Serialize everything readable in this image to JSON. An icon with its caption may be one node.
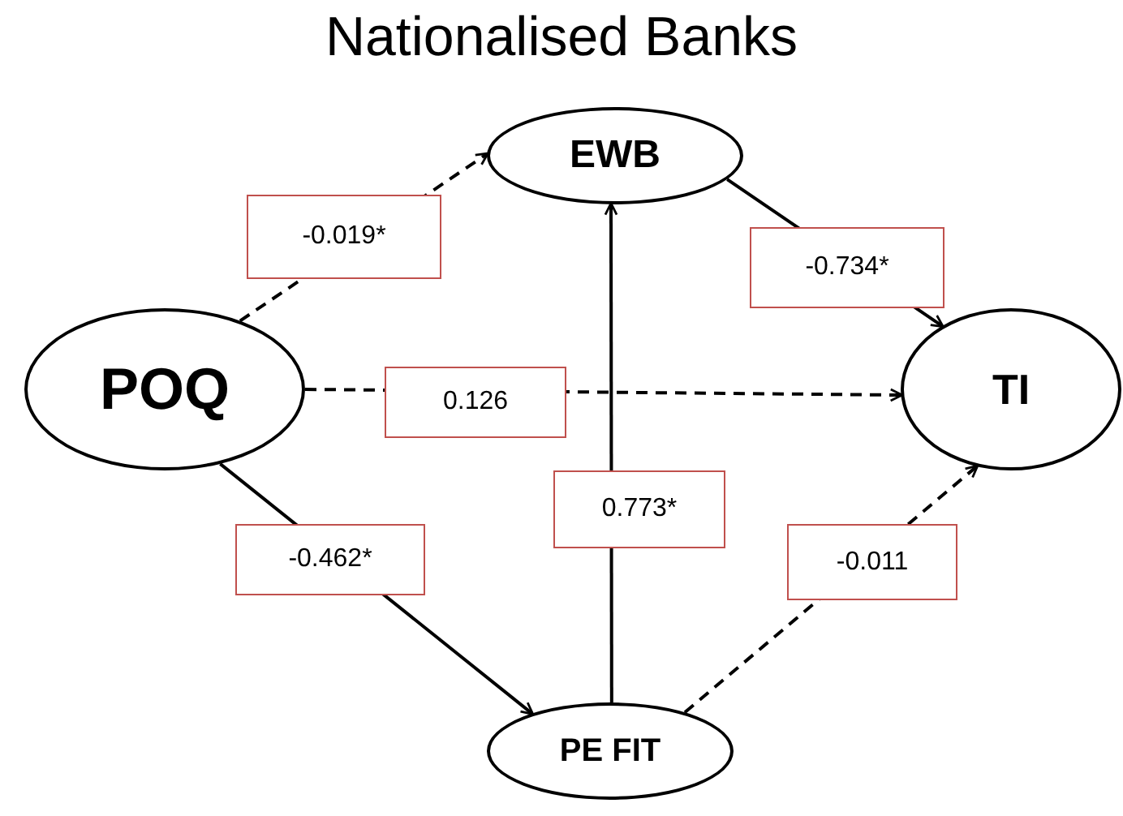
{
  "diagram": {
    "title": "Nationalised Banks",
    "nodes": [
      {
        "text": [
          "POQ"
        ]
      },
      {
        "text": [
          "EWB"
        ]
      },
      {
        "text": [
          "TI"
        ]
      },
      {
        "text": [
          "PE FIT"
        ]
      }
    ],
    "edges": [
      {
        "from": 0,
        "to": 1,
        "arrow": "to",
        "style": "dashed",
        "label": "-0.019*"
      },
      {
        "from": 1,
        "to": 2,
        "arrow": "to",
        "label": "-0.734*"
      },
      {
        "from": 0,
        "to": 2,
        "arrow": "to",
        "style": "dashed",
        "label": "0.126"
      },
      {
        "from": 0,
        "to": 3,
        "arrow": "to",
        "label": "-0.462*"
      },
      {
        "from": 3,
        "to": 1,
        "arrow": "to",
        "label": "0.773*"
      },
      {
        "from": 3,
        "to": 2,
        "arrow": "to",
        "style": "dashed",
        "label": "-0.011"
      }
    ]
  }
}
